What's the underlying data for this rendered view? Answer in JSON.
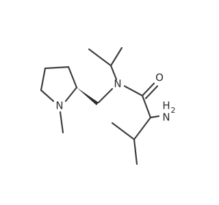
{
  "molecule": {
    "atoms": {
      "n_amide": "N",
      "n_ring": "N",
      "o_carbonyl": "O",
      "nh2_main": "H",
      "nh2_sub": "2",
      "nh2_n": "N"
    }
  }
}
